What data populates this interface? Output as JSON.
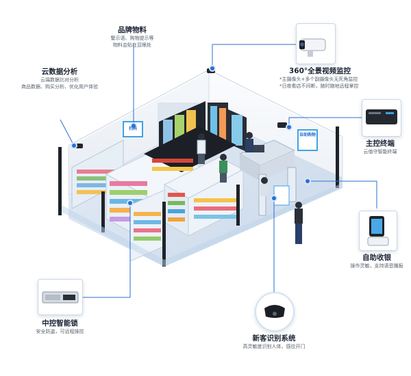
{
  "labels": {
    "brand": {
      "title": "品牌物料",
      "desc": [
        "警示语、购物提示等",
        "物料会贴在显眼处"
      ]
    },
    "cloud": {
      "title": "云数据分析",
      "desc": [
        "云端数据比对分析",
        "商品数据、购买分析、优化用户体验"
      ]
    },
    "camera": {
      "title": "360°全景视频监控",
      "desc": [
        "*主摄像头+多个副摄像头无死角监控",
        "*日夜看店不间断，随时随地远程掌控"
      ]
    },
    "terminal": {
      "title": "主控终端",
      "desc": [
        "云值守智能终端"
      ]
    },
    "checkout": {
      "title": "自助收银",
      "desc": [
        "操作灵敏，支持语音播报"
      ]
    },
    "lock": {
      "title": "中控智能锁",
      "desc": [
        "安全防盗，可远程操控"
      ]
    },
    "recognition": {
      "title": "新客识别系统",
      "desc": [
        "高灵敏度识别人体，感应开门"
      ]
    }
  },
  "signs": {
    "left": "扫码",
    "right": "自助购物"
  },
  "colors": {
    "line": "#2a6fd6",
    "floor": "#dbe6f3",
    "wall": "#eef2f6",
    "accent": "#3da2e6"
  }
}
